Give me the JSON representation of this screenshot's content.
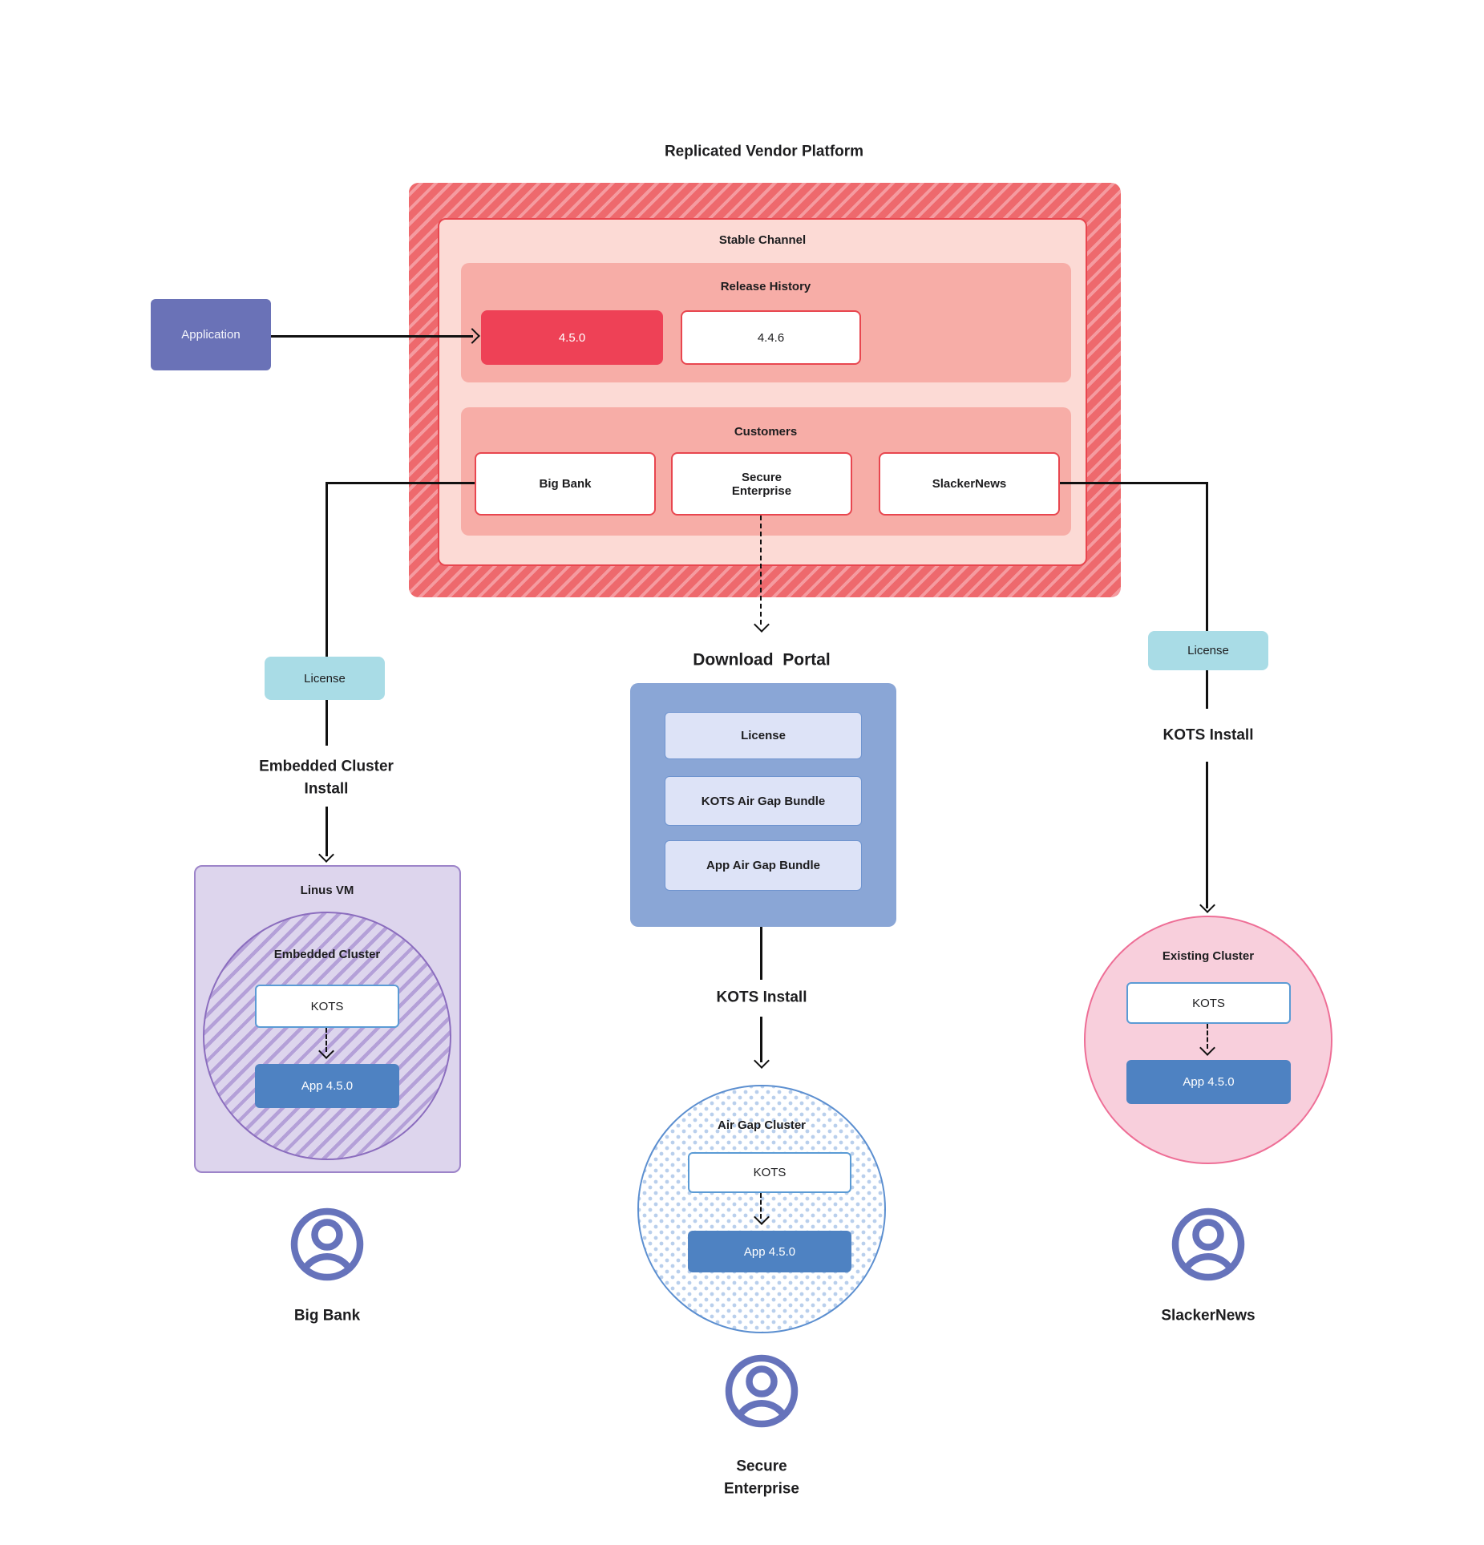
{
  "title": "Replicated Vendor Platform",
  "platform": {
    "stable_channel": {
      "label": "Stable Channel"
    },
    "release_history": {
      "label": "Release History",
      "releases": [
        {
          "version": "4.5.0",
          "current": true
        },
        {
          "version": "4.4.6",
          "current": false
        }
      ]
    },
    "customers": {
      "label": "Customers",
      "items": [
        "Big Bank",
        "Secure Enterprise",
        "SlackerNews"
      ],
      "secure_line1": "Secure",
      "secure_line2": "Enterprise"
    }
  },
  "application": {
    "label": "Application"
  },
  "left_branch": {
    "license_label": "License",
    "install_line1": "Embedded Cluster",
    "install_line2": "Install",
    "vm_label": "Linus VM",
    "cluster_label": "Embedded Cluster",
    "kots_label": "KOTS",
    "app_label": "App 4.5.0",
    "persona": "Big Bank"
  },
  "middle_branch": {
    "portal_title": "Download  Portal",
    "portal_items": [
      "License",
      "KOTS Air Gap Bundle",
      "App Air Gap Bundle"
    ],
    "install_label": "KOTS Install",
    "cluster_label": "Air Gap Cluster",
    "kots_label": "KOTS",
    "app_label": "App 4.5.0",
    "persona_line1": "Secure",
    "persona_line2": "Enterprise"
  },
  "right_branch": {
    "license_label": "License",
    "install_label": "KOTS Install",
    "cluster_label": "Existing Cluster",
    "kots_label": "KOTS",
    "app_label": "App 4.5.0",
    "persona": "SlackerNews"
  },
  "colors": {
    "release_current": "#ee4156",
    "hatch_base": "#ee696d",
    "hatch_stripe": "#f59ba0",
    "stable_fill": "#fcdad5",
    "panel_fill": "#f7ada7",
    "red_border": "#e8464f",
    "application_purple": "#6a72b7",
    "license_teal": "#a9dce6",
    "portal_blue": "#8aa6d6",
    "bundle_fill": "#dde3f7",
    "app_blue": "#4e82c2",
    "kots_border": "#5b9bd5",
    "vm_fill": "#ddd5ed",
    "vm_border": "#9d84c9",
    "embedded_hatch": "#b4a0d8",
    "existing_fill": "#f8cfdc",
    "existing_border": "#ee6e96",
    "airgap_dot": "#b9cfec",
    "airgap_border": "#5c8fd0",
    "persona_icon": "#6673bb",
    "line": "#111111"
  }
}
